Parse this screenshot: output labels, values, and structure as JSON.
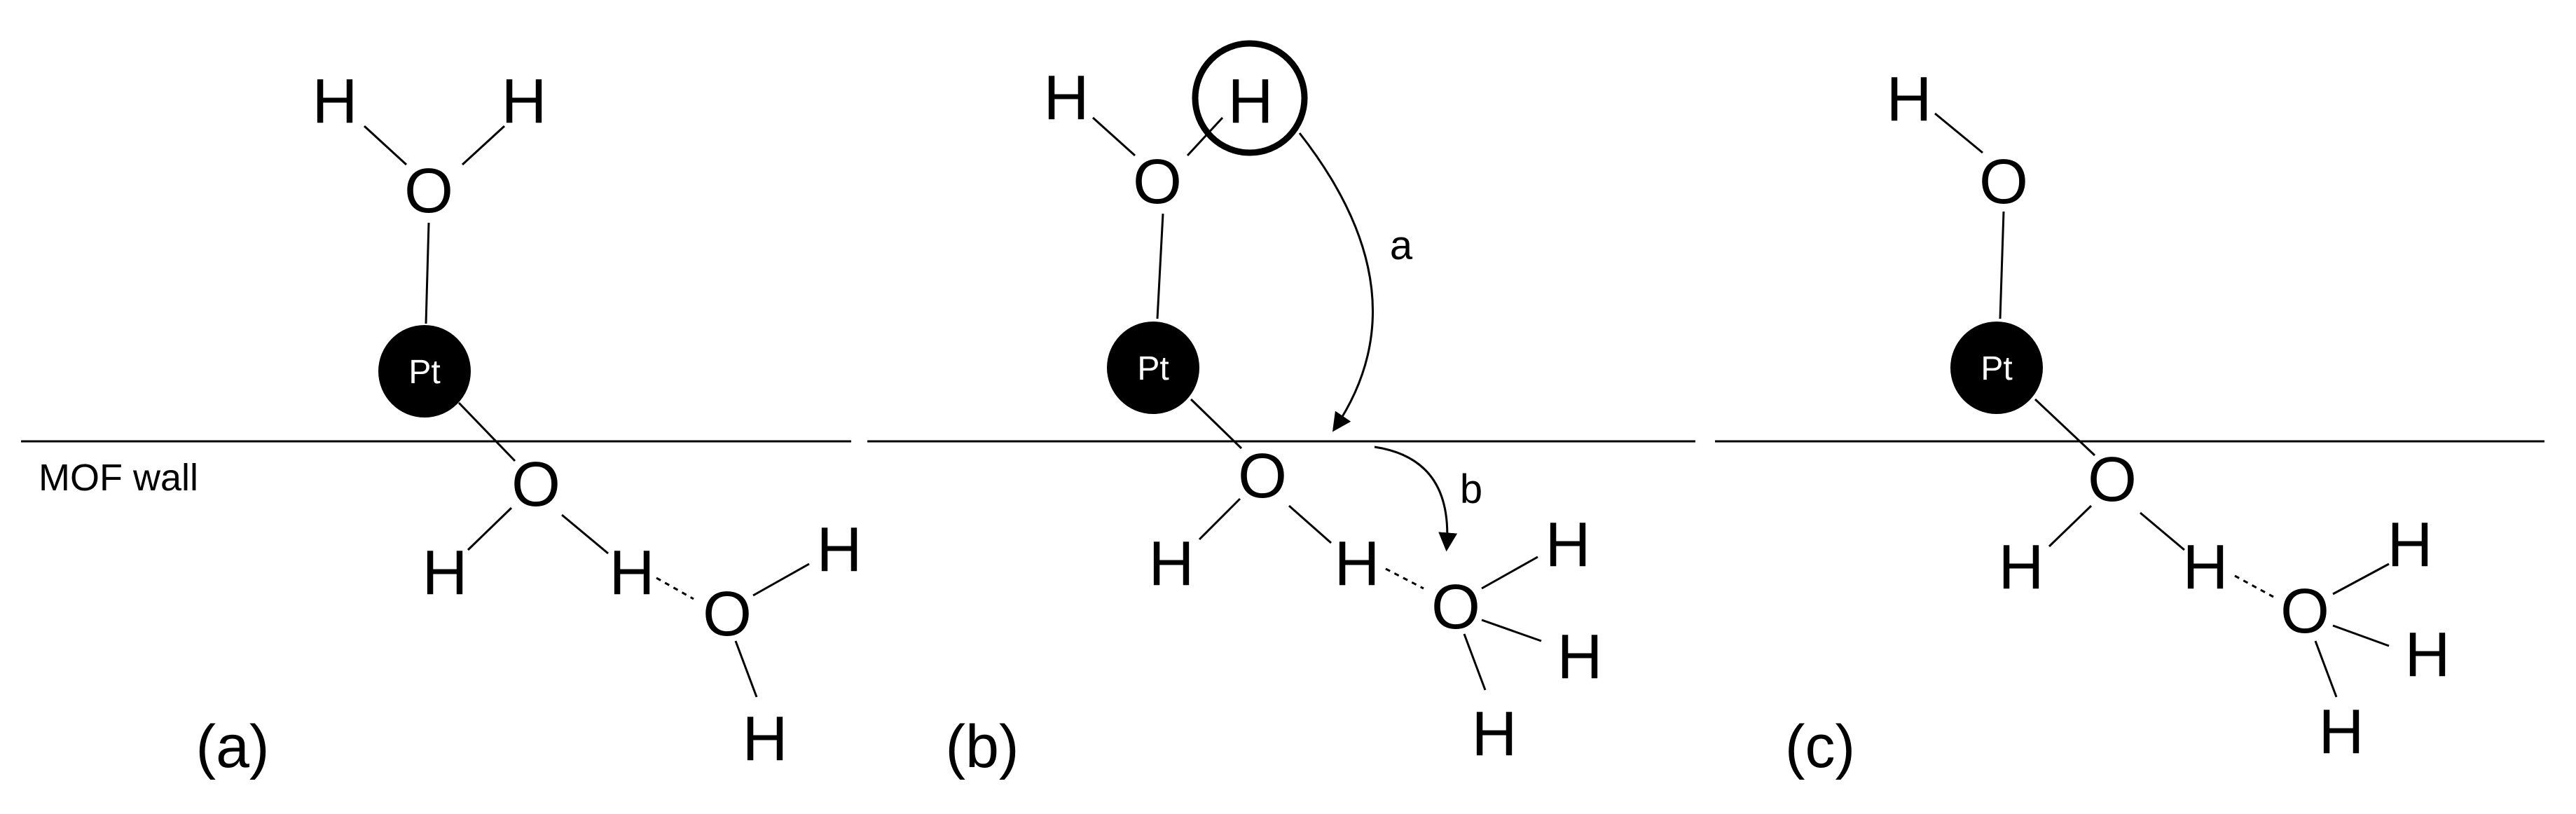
{
  "wall_label": "MOF wall",
  "atoms": {
    "h": "H",
    "o": "O",
    "pt": "Pt"
  },
  "arrow_labels": {
    "a": "a",
    "b": "b"
  },
  "panels": [
    {
      "caption": "(a)"
    },
    {
      "caption": "(b)"
    },
    {
      "caption": "(c)"
    }
  ],
  "colors": {
    "ink": "#000000",
    "pt_fill": "#000000",
    "pt_text": "#ffffff",
    "background": "#ffffff"
  }
}
